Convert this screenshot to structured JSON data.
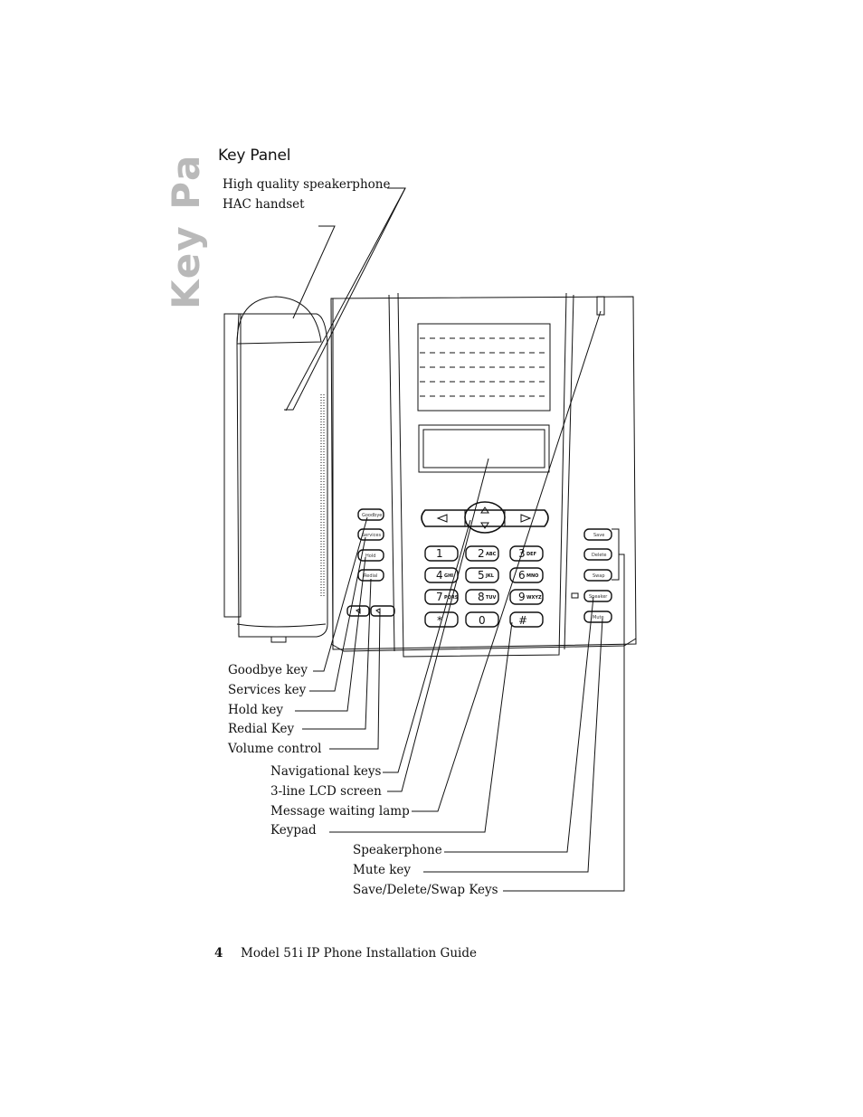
{
  "side_tab": "Key Panel",
  "heading": "Key Panel",
  "labels": {
    "speakerphone_hq": "High quality speakerphone",
    "hac_handset": "HAC handset",
    "goodbye": "Goodbye key",
    "services": "Services key",
    "hold": "Hold key",
    "redial": "Redial Key",
    "volume": "Volume control",
    "nav": "Navigational keys",
    "lcd": "3-line LCD screen",
    "lamp": "Message waiting lamp",
    "keypad": "Keypad",
    "speaker": "Speakerphone",
    "mute": "Mute key",
    "save_delete_swap": "Save/Delete/Swap Keys"
  },
  "phone_keys": {
    "goodbye": "Goodbye",
    "services": "Services",
    "hold": "Hold",
    "redial": "Redial",
    "save": "Save",
    "delete": "Delete",
    "swap": "Swap",
    "speaker": "Speaker",
    "mute": "Mute"
  },
  "keypad": {
    "d1": "1",
    "d2": "2",
    "d3": "3",
    "d4": "4",
    "d5": "5",
    "d6": "6",
    "d7": "7",
    "d8": "8",
    "d9": "9",
    "d0": "0",
    "star": "*",
    "hash": "#",
    "l2": "ABC",
    "l3": "DEF",
    "l4": "GHI",
    "l5": "JKL",
    "l6": "MNO",
    "l7": "PQRS",
    "l8": "TUV",
    "l9": "WXYZ"
  },
  "footer": {
    "page_number": "4",
    "title": "Model 51i IP Phone Installation Guide"
  }
}
